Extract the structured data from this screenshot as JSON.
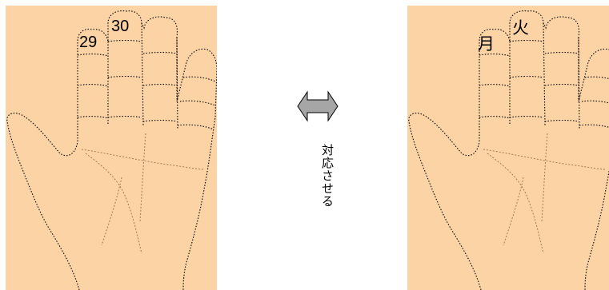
{
  "left_hand": {
    "ring_finger_label": "29",
    "middle_finger_label": "30"
  },
  "right_hand": {
    "ring_finger_label": "月",
    "middle_finger_label": "火"
  },
  "connector": {
    "arrow_icon": "double-headed-arrow-icon",
    "label": "対応させる"
  },
  "colors": {
    "skin": "#fcd3a5",
    "arrow_fill": "#a6a6a6",
    "outline": "#000000",
    "palm_lines": "#a37a52"
  }
}
